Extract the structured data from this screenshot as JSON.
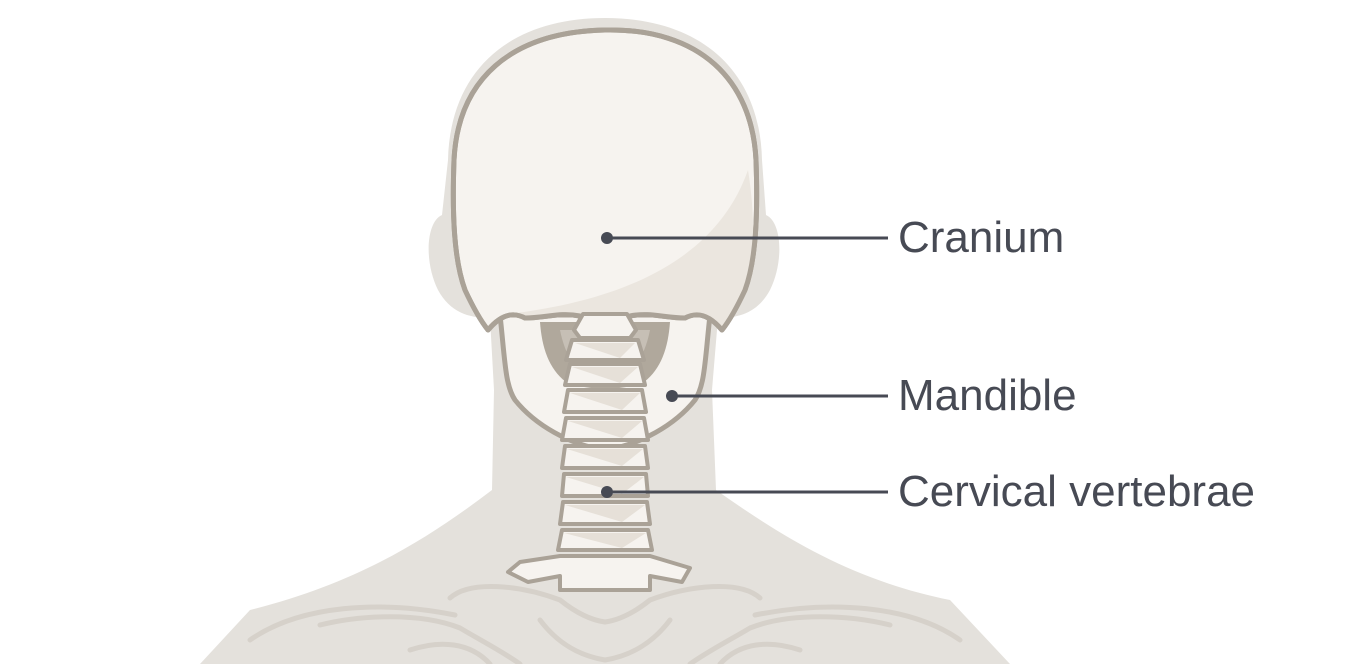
{
  "labels": {
    "cranium": "Cranium",
    "mandible": "Mandible",
    "cervical": "Cervical vertebrae"
  },
  "colors": {
    "background": "#ffffff",
    "body_silhouette": "#e4e1dc",
    "bone_fill": "#f6f3ef",
    "bone_shade": "#ebe6df",
    "bone_outline": "#aaa297",
    "dark_cavity": "#b0a89c",
    "leader_line": "#474a54",
    "label_text": "#474a54"
  }
}
